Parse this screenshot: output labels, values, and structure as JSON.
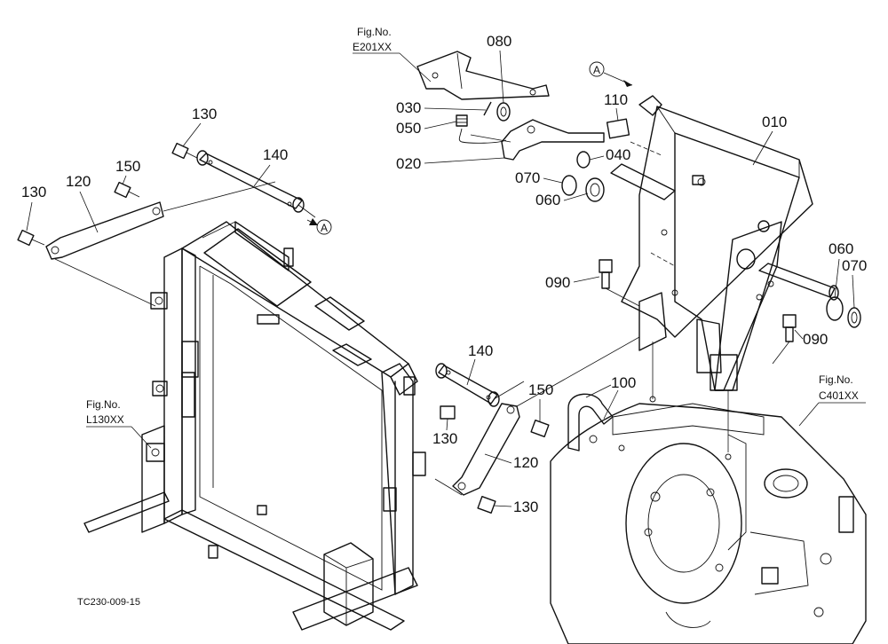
{
  "figure": {
    "code": "TC230-009-15",
    "fig_refs": [
      {
        "label": "Fig.No.",
        "ref": "E201XX"
      },
      {
        "label": "Fig.No.",
        "ref": "L130XX"
      },
      {
        "label": "Fig.No.",
        "ref": "C401XX"
      }
    ],
    "connector_mark": "A"
  },
  "callouts": [
    "010",
    "020",
    "030",
    "040",
    "050",
    "060",
    "060",
    "070",
    "070",
    "080",
    "090",
    "090",
    "100",
    "110",
    "120",
    "120",
    "130",
    "130",
    "130",
    "130",
    "140",
    "140",
    "150",
    "150"
  ]
}
